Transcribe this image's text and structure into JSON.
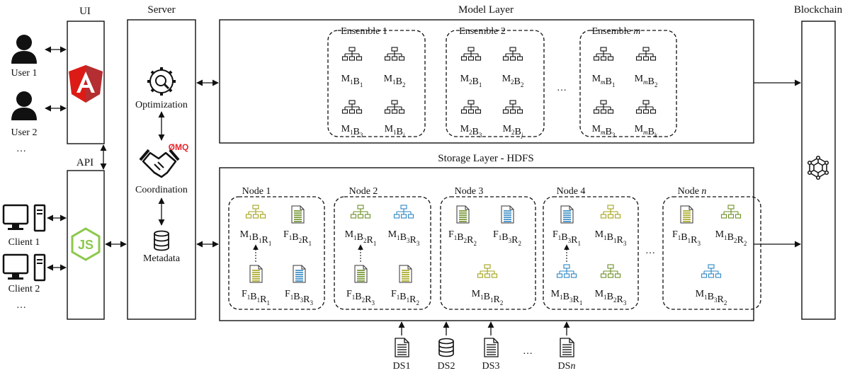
{
  "columns": {
    "ui": "UI",
    "server": "Server",
    "api": "API",
    "blockchain": "Blockchain"
  },
  "layers": {
    "model": "Model Layer",
    "storage": "Storage Layer - HDFS"
  },
  "users": [
    "User 1",
    "User 2"
  ],
  "clients": [
    "Client 1",
    "Client 2"
  ],
  "ellipsis": "…",
  "server_components": {
    "optimization": "Optimization",
    "coordination": "Coordination",
    "metadata": "Metadata",
    "zmq_logo": "ØMQ"
  },
  "ensembles": [
    {
      "title": "Ensemble 1",
      "items": [
        [
          "M",
          "1",
          "B",
          "1"
        ],
        [
          "M",
          "1",
          "B",
          "2"
        ],
        [
          "M",
          "1",
          "B",
          "3"
        ],
        [
          "M",
          "1",
          "B",
          "i"
        ]
      ]
    },
    {
      "title": "Ensemble 2",
      "items": [
        [
          "M",
          "2",
          "B",
          "1"
        ],
        [
          "M",
          "2",
          "B",
          "2"
        ],
        [
          "M",
          "2",
          "B",
          "3"
        ],
        [
          "M",
          "2",
          "B",
          "j"
        ]
      ]
    },
    {
      "title": "Ensemble m",
      "items": [
        [
          "M",
          "m",
          "B",
          "1"
        ],
        [
          "M",
          "m",
          "B",
          "2"
        ],
        [
          "M",
          "m",
          "B",
          "3"
        ],
        [
          "M",
          "m",
          "B",
          "k"
        ]
      ]
    }
  ],
  "nodes": [
    {
      "title": "Node 1",
      "items": [
        {
          "kind": "tree",
          "color": "#a3a31a",
          "parts": [
            "M",
            "1",
            "B",
            "1",
            "R",
            "1"
          ]
        },
        {
          "kind": "doc",
          "color": "#6b8e23",
          "parts": [
            "F",
            "1",
            "B",
            "2",
            "R",
            "1"
          ]
        },
        {
          "kind": "doc",
          "color": "#a3a31a",
          "parts": [
            "F",
            "1",
            "B",
            "1",
            "R",
            "1"
          ]
        },
        {
          "kind": "doc",
          "color": "#2e86c1",
          "parts": [
            "F",
            "1",
            "B",
            "3",
            "R",
            "3"
          ]
        }
      ]
    },
    {
      "title": "Node 2",
      "items": [
        {
          "kind": "tree",
          "color": "#6b8e23",
          "parts": [
            "M",
            "1",
            "B",
            "2",
            "R",
            "1"
          ]
        },
        {
          "kind": "tree",
          "color": "#2e86c1",
          "parts": [
            "M",
            "1",
            "B",
            "3",
            "R",
            "3"
          ]
        },
        {
          "kind": "doc",
          "color": "#6b8e23",
          "parts": [
            "F",
            "1",
            "B",
            "2",
            "R",
            "3"
          ]
        },
        {
          "kind": "doc",
          "color": "#a3a31a",
          "parts": [
            "F",
            "1",
            "B",
            "1",
            "R",
            "2"
          ]
        }
      ]
    },
    {
      "title": "Node 3",
      "items": [
        {
          "kind": "doc",
          "color": "#6b8e23",
          "parts": [
            "F",
            "1",
            "B",
            "2",
            "R",
            "2"
          ]
        },
        {
          "kind": "doc",
          "color": "#2e86c1",
          "parts": [
            "F",
            "1",
            "B",
            "3",
            "R",
            "2"
          ]
        },
        {
          "kind": "tree",
          "color": "#a3a31a",
          "parts": [
            "M",
            "1",
            "B",
            "1",
            "R",
            "2"
          ]
        }
      ]
    },
    {
      "title": "Node 4",
      "items": [
        {
          "kind": "doc",
          "color": "#2e86c1",
          "parts": [
            "F",
            "1",
            "B",
            "3",
            "R",
            "1"
          ]
        },
        {
          "kind": "tree",
          "color": "#a3a31a",
          "parts": [
            "M",
            "1",
            "B",
            "1",
            "R",
            "3"
          ]
        },
        {
          "kind": "tree",
          "color": "#2e86c1",
          "parts": [
            "M",
            "1",
            "B",
            "3",
            "R",
            "1"
          ]
        },
        {
          "kind": "tree",
          "color": "#6b8e23",
          "parts": [
            "M",
            "1",
            "B",
            "2",
            "R",
            "3"
          ]
        }
      ]
    },
    {
      "title": "Node n",
      "items": [
        {
          "kind": "doc",
          "color": "#a3a31a",
          "parts": [
            "F",
            "1",
            "B",
            "1",
            "R",
            "3"
          ]
        },
        {
          "kind": "tree",
          "color": "#6b8e23",
          "parts": [
            "M",
            "1",
            "B",
            "2",
            "R",
            "2"
          ]
        },
        {
          "kind": "tree",
          "color": "#2e86c1",
          "parts": [
            "M",
            "1",
            "B",
            "3",
            "R",
            "2"
          ]
        }
      ]
    }
  ],
  "datasources": [
    "DS1",
    "DS2",
    "DS3",
    "DSn"
  ],
  "colors": {
    "angular": "#dd1b16",
    "angular_dark": "#b52e31",
    "node_green": "#8cc84b",
    "zmq_red": "#e8262c",
    "line": "#111111"
  },
  "icons": {
    "user": "user-icon",
    "computer": "computer-icon",
    "angular": "angular-logo",
    "nodejs": "nodejs-logo",
    "optimization": "gear-magnifier-icon",
    "coordination": "handshake-icon",
    "metadata": "database-icon",
    "blockchain": "blockchain-network-icon",
    "tree": "tree-model-icon",
    "document": "document-icon"
  }
}
